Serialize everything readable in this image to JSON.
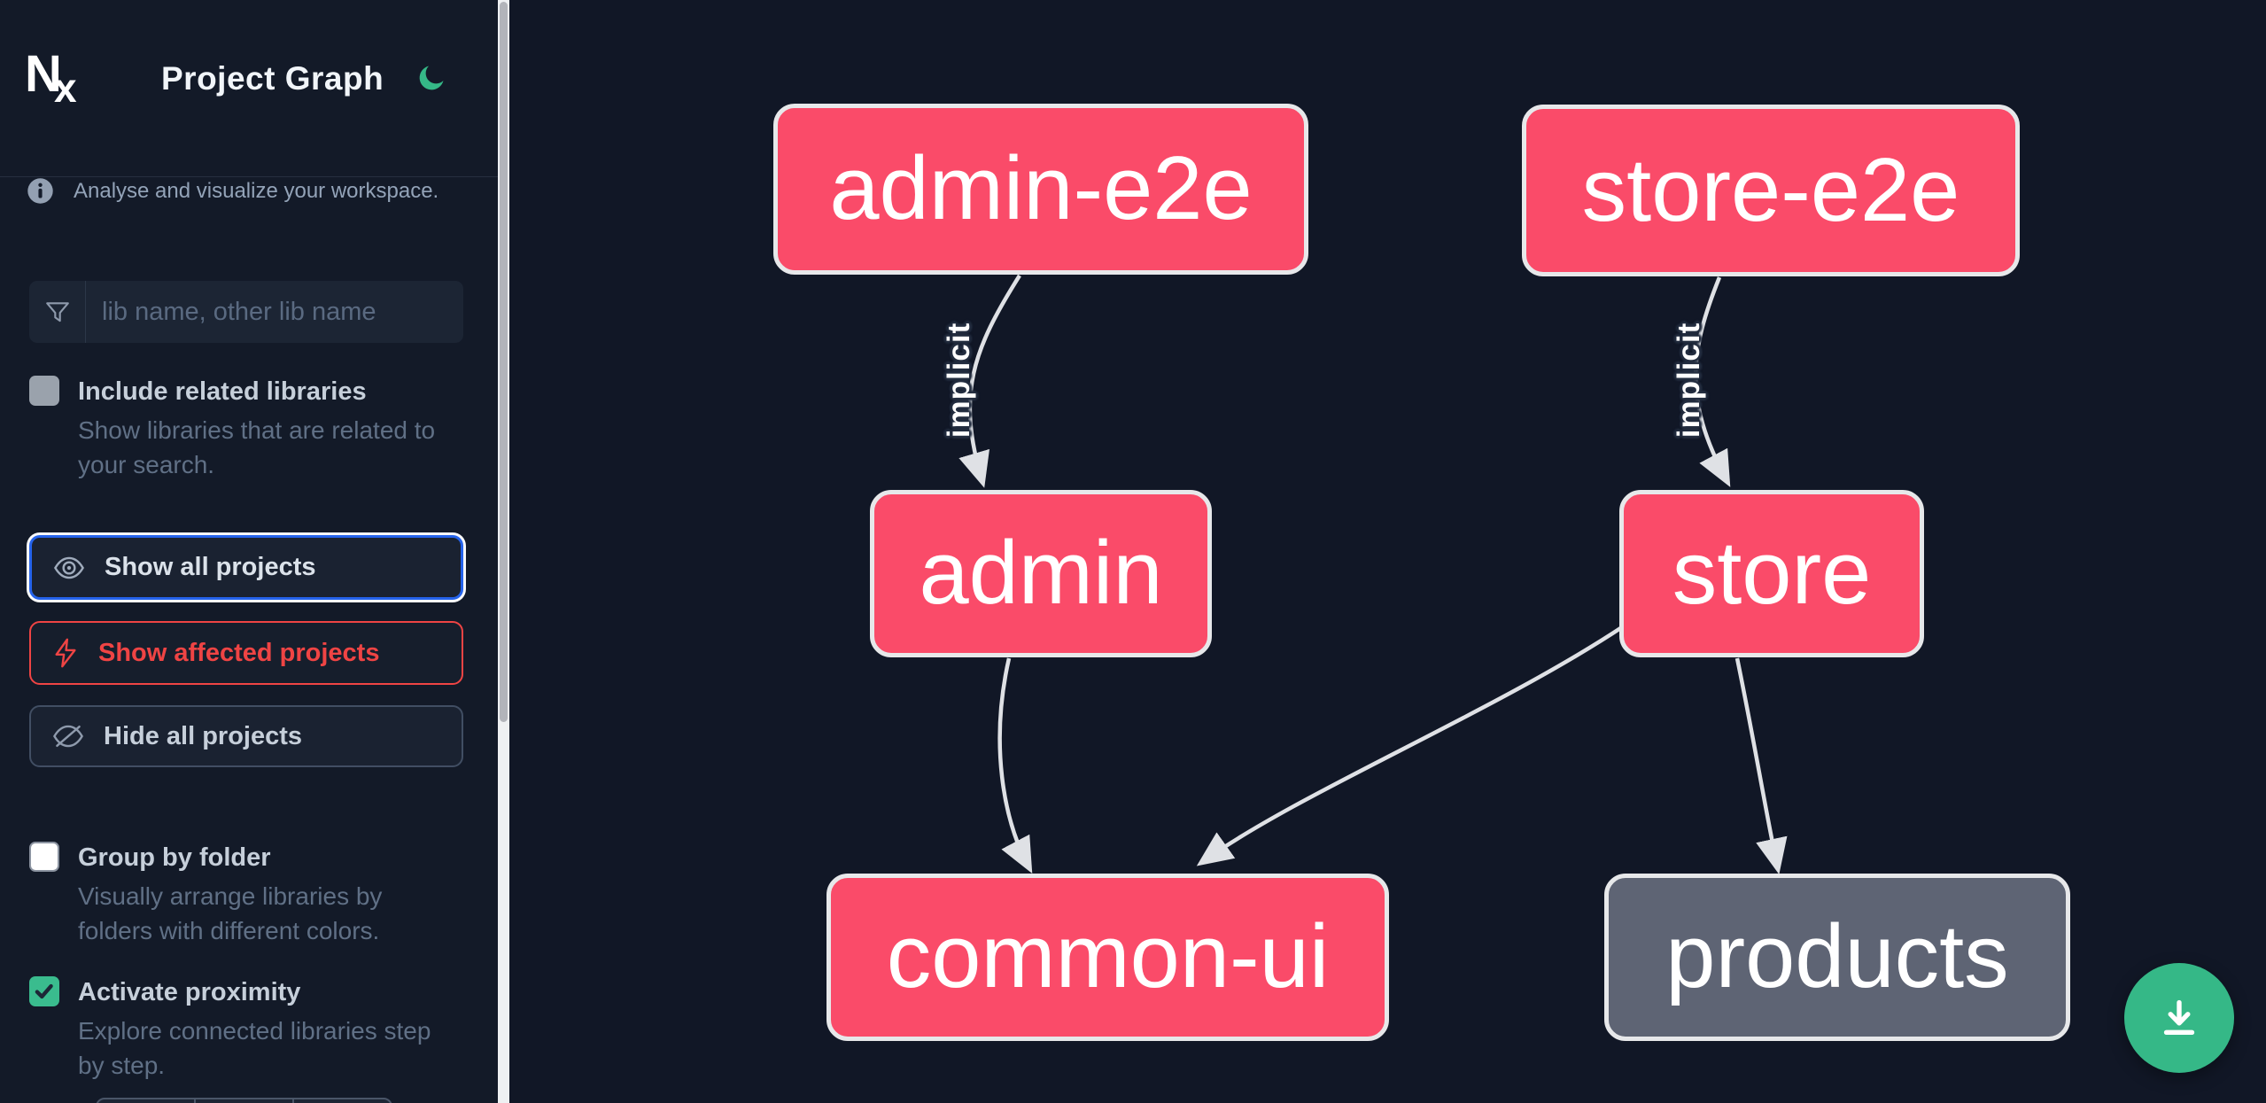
{
  "header": {
    "logo": "Nx",
    "title": "Project Graph",
    "theme_toggle_icon": "moon"
  },
  "sidebar": {
    "info": {
      "icon": "info-circle",
      "text": "Analyse and visualize your workspace."
    },
    "search": {
      "icon": "filter-funnel",
      "placeholder": "lib name, other lib name",
      "value": ""
    },
    "checkboxes": [
      {
        "label": "Include related libraries",
        "description": "Show libraries that are related to\nyour search.",
        "checked": false
      },
      {
        "label": "Group by folder",
        "description": "Visually arrange libraries by\nfolders with different colors.",
        "checked": false
      },
      {
        "label": "Activate proximity",
        "description": "Explore connected libraries step\nby step.",
        "checked": true
      }
    ],
    "actions": [
      {
        "label": "Show all projects",
        "icon": "eye",
        "state": "focused"
      },
      {
        "label": "Show affected projects",
        "icon": "lightning-bolt",
        "state": "affected"
      },
      {
        "label": "Hide all projects",
        "icon": "eye-off",
        "state": "default"
      }
    ]
  },
  "graph": {
    "nodes": [
      {
        "id": "admin-e2e",
        "label": "admin-e2e",
        "status": "affected"
      },
      {
        "id": "store-e2e",
        "label": "store-e2e",
        "status": "affected"
      },
      {
        "id": "admin",
        "label": "admin",
        "status": "affected"
      },
      {
        "id": "store",
        "label": "store",
        "status": "affected"
      },
      {
        "id": "common-ui",
        "label": "common-ui",
        "status": "affected"
      },
      {
        "id": "products",
        "label": "products",
        "status": "unaffected"
      }
    ],
    "edges": [
      {
        "from": "admin-e2e",
        "to": "admin",
        "type": "implicit",
        "label": "implicit"
      },
      {
        "from": "store-e2e",
        "to": "store",
        "type": "implicit",
        "label": "implicit"
      },
      {
        "from": "admin",
        "to": "common-ui",
        "type": "static",
        "label": ""
      },
      {
        "from": "store",
        "to": "common-ui",
        "type": "static",
        "label": ""
      },
      {
        "from": "store",
        "to": "products",
        "type": "static",
        "label": ""
      }
    ]
  },
  "fab": {
    "icon": "download"
  },
  "colors": {
    "affected_node": "#fa4b69",
    "unaffected_node": "#5e6474",
    "accent_green": "#35b887",
    "focus_blue": "#2563eb",
    "affected_red": "#ef4444",
    "edge": "#dfe1e5",
    "sidebar_bg": "#131a28",
    "canvas_bg": "#111726"
  }
}
